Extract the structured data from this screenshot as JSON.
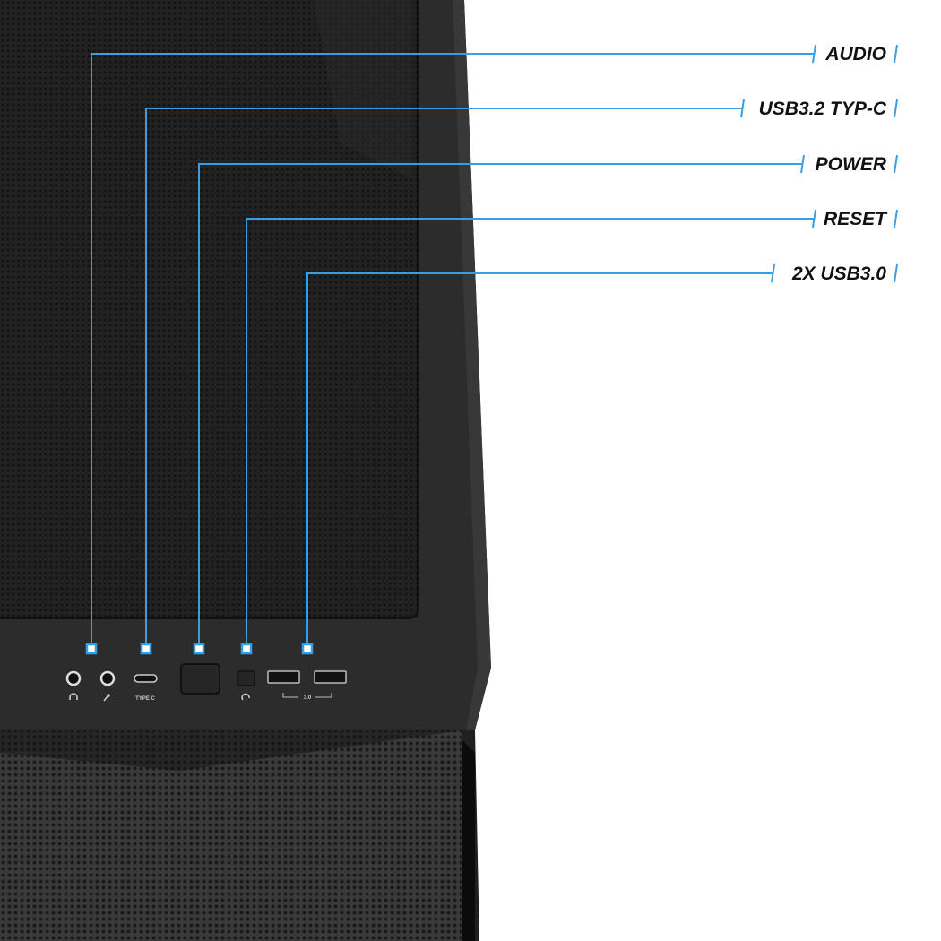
{
  "callouts": [
    {
      "label": "AUDIO"
    },
    {
      "label": "USB3.2 TYP-C"
    },
    {
      "label": "POWER"
    },
    {
      "label": "RESET"
    },
    {
      "label": "2X USB3.0"
    }
  ],
  "io_panel": {
    "type_c_label": "TYPE C",
    "usb_label": "3.0"
  },
  "colors": {
    "accent": "#3a9de0",
    "case": "#2b2b2b",
    "mesh": "#1c1c1c"
  }
}
